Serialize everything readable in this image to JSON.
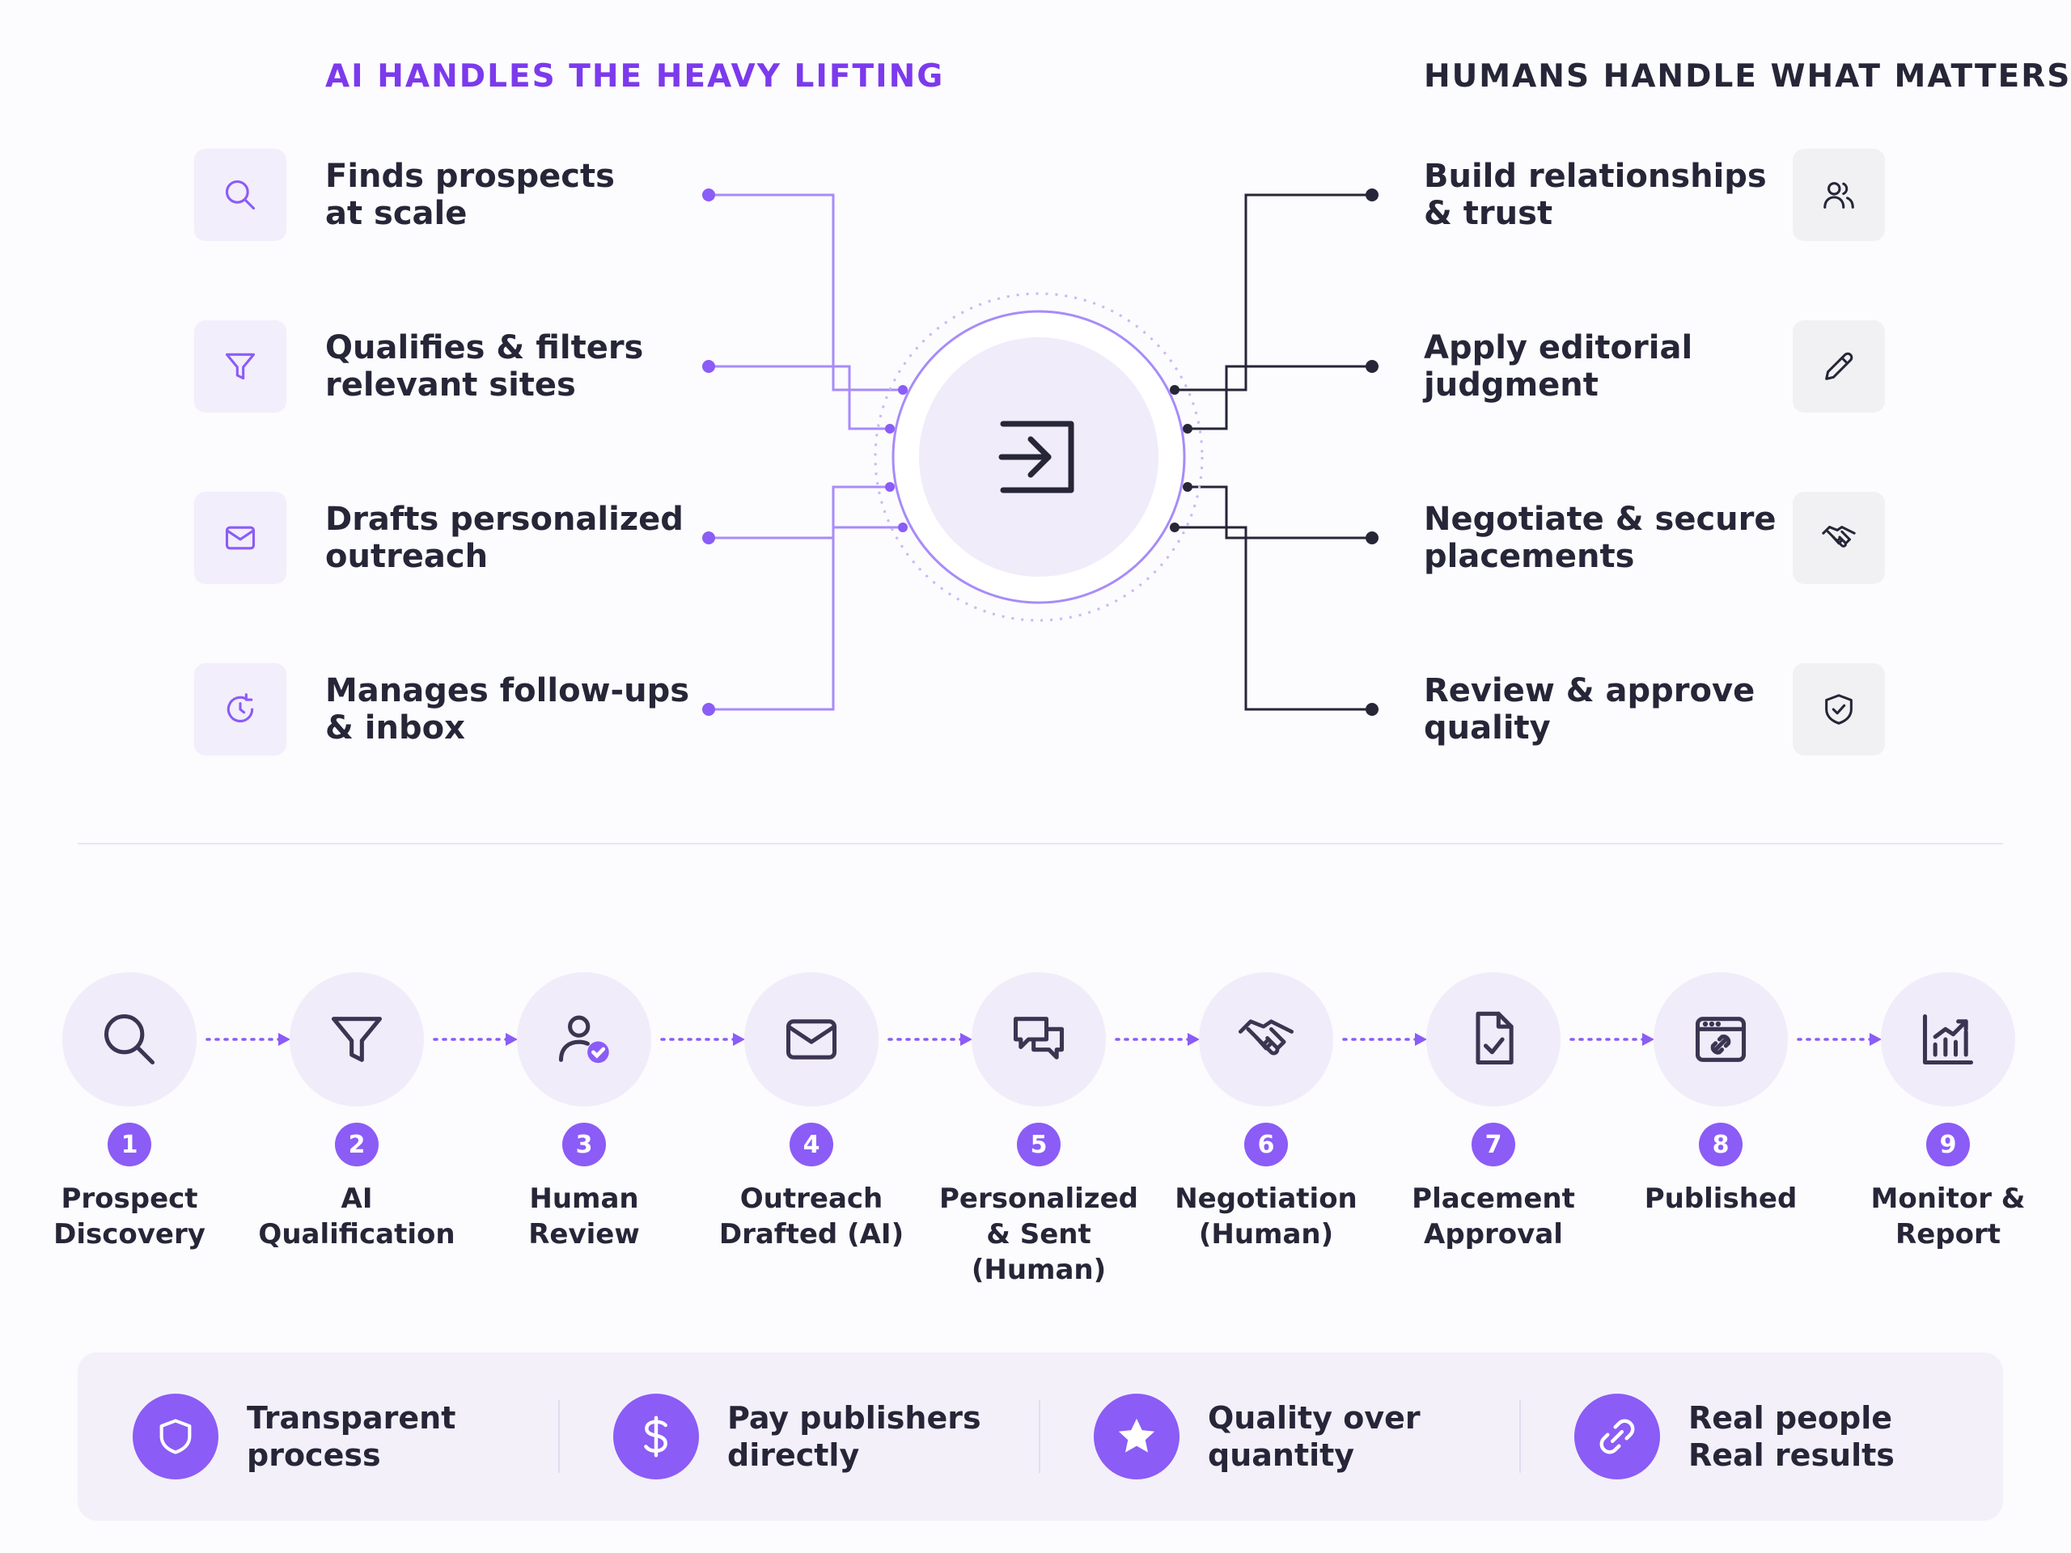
{
  "ai_section": {
    "heading": "AI HANDLES THE HEAVY LIFTING",
    "items": [
      {
        "line1": "Finds prospects",
        "line2": "at scale",
        "icon": "search-icon"
      },
      {
        "line1": "Qualifies & filters",
        "line2": "relevant sites",
        "icon": "filter-icon"
      },
      {
        "line1": "Drafts personalized",
        "line2": "outreach",
        "icon": "mail-icon"
      },
      {
        "line1": "Manages follow-ups",
        "line2": "& inbox",
        "icon": "refresh-clock-icon"
      }
    ]
  },
  "human_section": {
    "heading": "HUMANS HANDLE WHAT MATTERS",
    "items": [
      {
        "line1": "Build relationships",
        "line2": "& trust",
        "icon": "users-icon"
      },
      {
        "line1": "Apply editorial",
        "line2": "judgment",
        "icon": "pencil-icon"
      },
      {
        "line1": "Negotiate & secure",
        "line2": "placements",
        "icon": "handshake-icon"
      },
      {
        "line1": "Review & approve",
        "line2": "quality",
        "icon": "shield-check-icon"
      }
    ]
  },
  "hub": {
    "icon": "login-arrow-icon"
  },
  "steps": [
    {
      "num": "1",
      "line1": "Prospect",
      "line2": "Discovery",
      "icon": "search-icon"
    },
    {
      "num": "2",
      "line1": "AI",
      "line2": "Qualification",
      "icon": "funnel-icon"
    },
    {
      "num": "3",
      "line1": "Human",
      "line2": "Review",
      "icon": "user-check-icon"
    },
    {
      "num": "4",
      "line1": "Outreach",
      "line2": "Drafted (AI)",
      "icon": "mail-icon"
    },
    {
      "num": "5",
      "line1": "Personalized",
      "line2": "& Sent (Human)",
      "icon": "chat-bubbles-icon"
    },
    {
      "num": "6",
      "line1": "Negotiation",
      "line2": "(Human)",
      "icon": "handshake-icon"
    },
    {
      "num": "7",
      "line1": "Placement",
      "line2": "Approval",
      "icon": "file-check-icon"
    },
    {
      "num": "8",
      "line1": "Published",
      "line2": "",
      "icon": "browser-link-icon"
    },
    {
      "num": "9",
      "line1": "Monitor &",
      "line2": "Report",
      "icon": "chart-up-icon"
    }
  ],
  "values": [
    {
      "line1": "Transparent",
      "line2": "process",
      "icon": "shield-icon"
    },
    {
      "line1": "Pay publishers",
      "line2": "directly",
      "icon": "dollar-icon"
    },
    {
      "line1": "Quality over",
      "line2": "quantity",
      "icon": "star-icon"
    },
    {
      "line1": "Real people",
      "line2": "Real results",
      "icon": "link-icon"
    }
  ],
  "colors": {
    "accent": "#8b5cf6",
    "accent_dark": "#7c3aed",
    "ink": "#262638",
    "line_ai": "#a78bfa"
  }
}
